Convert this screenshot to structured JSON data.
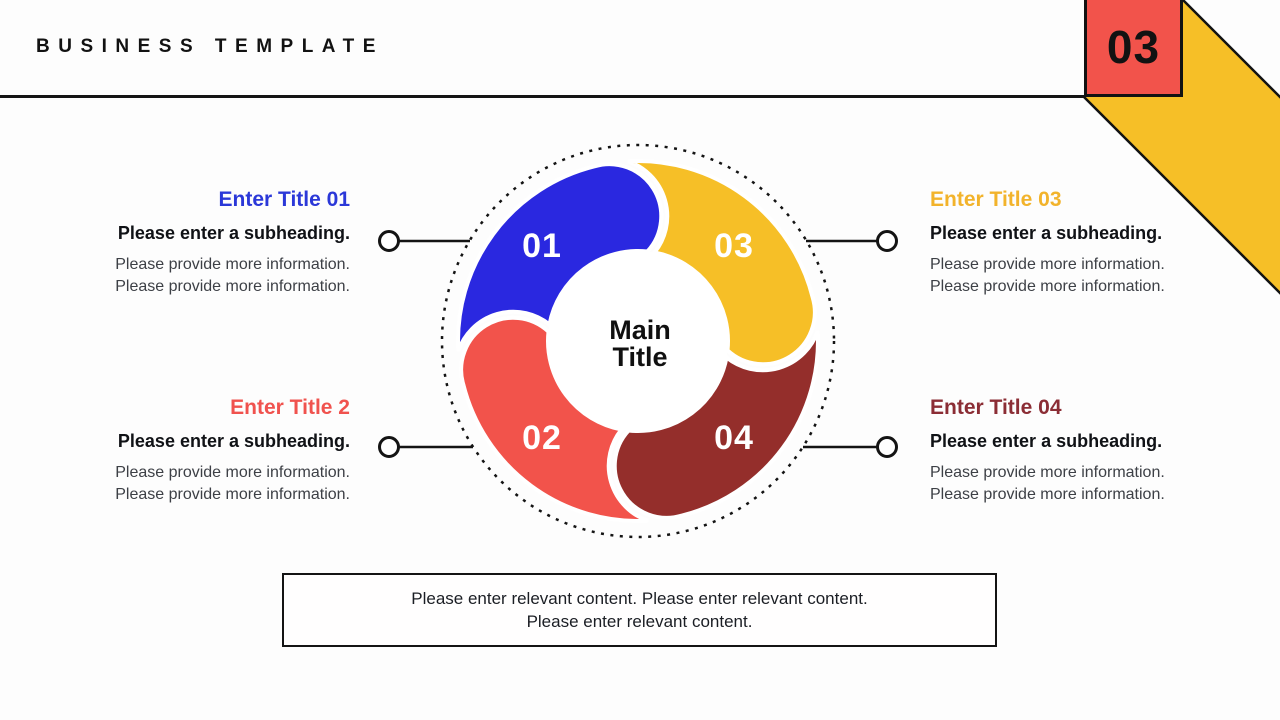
{
  "header": {
    "brand": "BUSINESS TEMPLATE",
    "page_number": "03",
    "accent_red": "#F2534B",
    "accent_yellow": "#F6BF27"
  },
  "diagram": {
    "main_title_lines": [
      "Main",
      "Title"
    ],
    "segments": [
      {
        "label": "01",
        "color": "#2A28E0"
      },
      {
        "label": "03",
        "color": "#F6BF27"
      },
      {
        "label": "04",
        "color": "#942E2B"
      },
      {
        "label": "02",
        "color": "#F2534B"
      }
    ]
  },
  "blocks": [
    {
      "title": "Enter Title 01",
      "title_color": "#2B38D8",
      "subheading": "Please enter a subheading.",
      "info_lines": [
        "Please provide more information.",
        "Please provide more information."
      ]
    },
    {
      "title": "Enter Title 2",
      "title_color": "#F0524E",
      "subheading": "Please enter a subheading.",
      "info_lines": [
        "Please provide more information.",
        "Please provide more information."
      ]
    },
    {
      "title": "Enter Title 03",
      "title_color": "#F2B32B",
      "subheading": "Please enter a subheading.",
      "info_lines": [
        "Please provide more information.",
        "Please provide more information."
      ]
    },
    {
      "title": "Enter Title 04",
      "title_color": "#8B2D35",
      "subheading": "Please enter a subheading.",
      "info_lines": [
        "Please provide more information.",
        "Please provide more information."
      ]
    }
  ],
  "footer": {
    "lines": [
      "Please enter relevant content. Please enter relevant content.",
      "Please enter relevant content."
    ]
  }
}
